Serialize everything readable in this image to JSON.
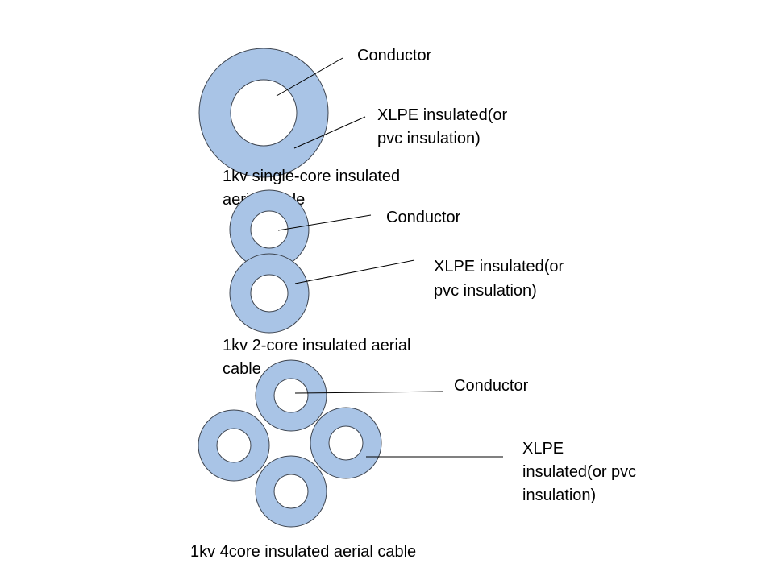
{
  "single_core": {
    "conductor_label": "Conductor",
    "insulation_label_line1": "XLPE insulated(or",
    "insulation_label_line2": "pvc insulation)",
    "caption_line1": "1kv single-core insulated",
    "caption_line2": "aerial cable"
  },
  "two_core": {
    "conductor_label": "Conductor",
    "insulation_label_line1": "XLPE insulated(or",
    "insulation_label_line2": "pvc insulation)",
    "caption_line1": "1kv 2-core insulated aerial",
    "caption_line2": "cable"
  },
  "four_core": {
    "conductor_label": "Conductor",
    "insulation_label_line1": "XLPE",
    "insulation_label_line2": "insulated(or pvc",
    "insulation_label_line3": "insulation)",
    "caption": "1kv 4core insulated aerial cable"
  },
  "colors": {
    "insulation": "#a9c4e6",
    "conductor": "#ffffff",
    "outline": "#3e4550"
  }
}
